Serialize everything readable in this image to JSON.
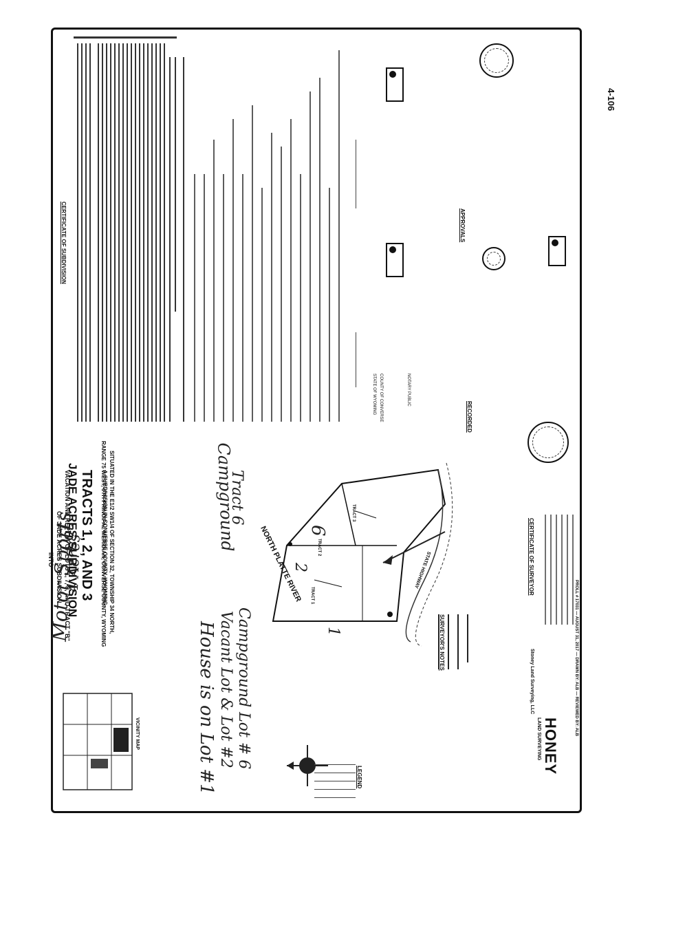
{
  "page_number": "4-106",
  "plat": {
    "header_line1": "VACATION AND REPLAT OF LOTS 1, 7, 8, AND TRACT \"B\"",
    "header_line2": "OF JADE ACRES SUBDIVISION",
    "header_line3": "INTO",
    "title_line1": "TRACTS 1, 2, AND 3",
    "title_line2": "JADE ACRES SUBDIVISION",
    "subtitle_line1": "A SUBDIVISION IN CONVERSE COUNTY, WYOMING",
    "subtitle_line2": "SITUATED IN THE E1/2 SW1/4 OF SECTION 32, TOWNSHIP 34 NORTH,",
    "subtitle_line3": "RANGE 75 WEST, 6TH PRINCIPAL MERIDIAN, CONVERSE COUNTY, WYOMING",
    "river_label": "NORTH PLATTE RIVER",
    "tract_labels": [
      "TRACT 1",
      "TRACT 2",
      "TRACT 3"
    ],
    "road_label": "STATE HIGHWAY",
    "legend_title": "LEGEND",
    "surveyors_notes_title": "SURVEYOR'S NOTES",
    "vicinity_map_label": "VICINITY MAP",
    "certificate_subdivision_title": "CERTIFICATE OF SUBDIVISION",
    "certificate_surveyor_title": "CERTIFICATE OF SURVEYOR",
    "recorded_title": "RECORDED",
    "approvals_title": "APPROVALS",
    "state_of_wyoming": "STATE OF WYOMING",
    "county_of_converse": "COUNTY OF CONVERSE",
    "notary_public": "NOTARY PUBLIC",
    "firm_name": "Stoney Land Surveying, LLC",
    "firm_logo": "HONEY",
    "firm_sub": "LAND SURVEYING",
    "footer_project": "PROLL # 17031 — AUGUST 31, 2017 — DRAWN BY: ALB — REVIEWED BY: ALB"
  },
  "handwriting": {
    "house_note": "House is on Lot #1",
    "campground_1": "Campground",
    "vacant_note": "Vacant Lot & Lot #2",
    "campground_2": "Campground Lot # 6",
    "tract_6": "Tract 6",
    "num_1": "1",
    "num_2": "2",
    "num_6": "6",
    "motorsports_1": "Motor Sports",
    "motorsports_2": "Lot",
    "motorsports_3": "4 Acres"
  }
}
